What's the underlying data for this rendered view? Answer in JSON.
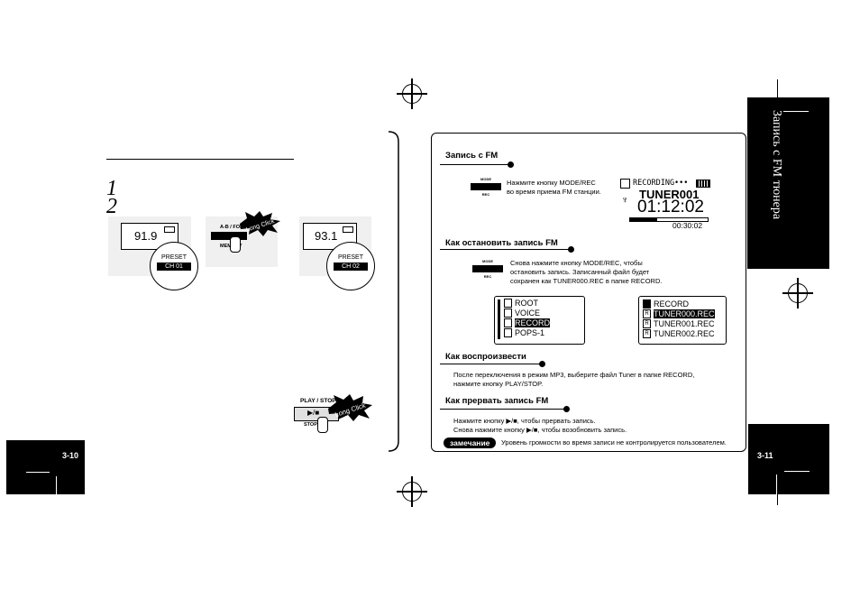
{
  "left_page": {
    "steps": [
      "1",
      "2"
    ],
    "figures": {
      "freq1": "91.9",
      "freq2": "93.1",
      "preset_label": "PRESET",
      "preset_ch1": "CH 01",
      "preset_ch2": "CH 02",
      "ab_label": "A-B / FOLDER",
      "memory_label": "MEMORY",
      "long_click": "Long Click",
      "play_stop_label": "PLAY / STOP",
      "play_stop_glyph": "▶/■",
      "stop_label": "STOP"
    },
    "page_number": "3-10"
  },
  "right_page": {
    "sections": [
      {
        "title": "Запись с FM",
        "lines": [
          "Нажмите кнопку MODE/REC",
          "во время приема FM  станции."
        ]
      },
      {
        "title": "Как остановить запись FM",
        "lines": [
          "Снова нажмите кнопку MODE/REC, чтобы",
          "остановить запись. Записанный файл будет",
          "сохранен как TUNER000.REC в папке RECORD."
        ]
      },
      {
        "title": "Как воспроизвести",
        "lines": [
          "После переключения в режим MP3, выберите файл Tuner в папке RECORD,",
          "нажмите кнопку PLAY/STOP."
        ]
      },
      {
        "title": "Как прервать запись FM",
        "lines": [
          "Нажмите кнопку ▶/■, чтобы прервать запись.",
          "Снова нажмите кнопку ▶/■, чтобы возобновить запись."
        ]
      }
    ],
    "button_labels": {
      "top": "MODE",
      "bottom": "REC"
    },
    "recording_screen": {
      "status": "RECORDING•••",
      "file": "TUNER001",
      "time": "01:12:02",
      "remaining": "00:30:02"
    },
    "folders_left": [
      "ROOT",
      "VOICE",
      "RECORD",
      "POPS-1"
    ],
    "folders_right": {
      "header": "RECORD",
      "items": [
        "TUNER000.REC",
        "TUNER001.REC",
        "TUNER002.REC"
      ]
    },
    "note_label": "замечание",
    "note_text": "Уровень громкости во время записи не  контролируется пользователем.",
    "side_title": "Запись с FM  тюнера",
    "page_number": "3-11"
  }
}
